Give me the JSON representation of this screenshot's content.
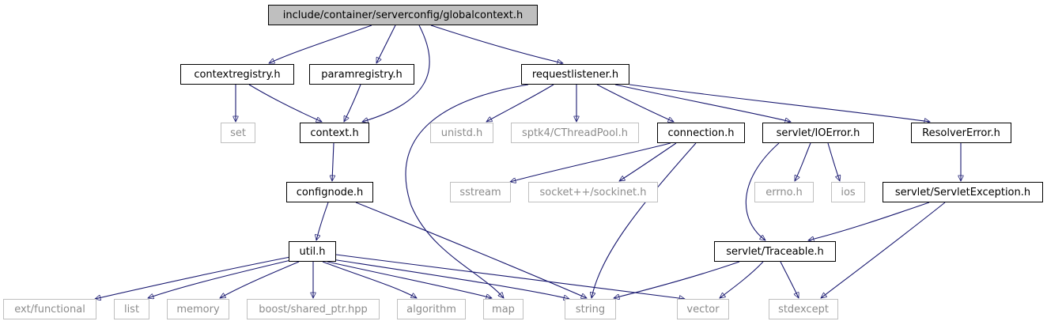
{
  "colors": {
    "edge": "#191970",
    "root_fill": "#bfbfbf",
    "external_border": "#bfbfbf",
    "external_text": "#8c8c8c"
  },
  "nodes": {
    "root": "include/container/serverconfig/globalcontext.h",
    "contextregistry": "contextregistry.h",
    "paramregistry": "paramregistry.h",
    "requestlistener": "requestlistener.h",
    "set": "set",
    "context": "context.h",
    "unistd": "unistd.h",
    "cthreadpool": "sptk4/CThreadPool.h",
    "connection": "connection.h",
    "ioerror": "servlet/IOError.h",
    "resolvererror": "ResolverError.h",
    "confignode": "confignode.h",
    "sstream": "sstream",
    "sockinet": "socket++/sockinet.h",
    "errno": "errno.h",
    "ios": "ios",
    "servletexception": "servlet/ServletException.h",
    "util": "util.h",
    "traceable": "servlet/Traceable.h",
    "functional": "ext/functional",
    "list": "list",
    "memory": "memory",
    "shared_ptr": "boost/shared_ptr.hpp",
    "algorithm": "algorithm",
    "map": "map",
    "string": "string",
    "vector": "vector",
    "stdexcept": "stdexcept"
  }
}
